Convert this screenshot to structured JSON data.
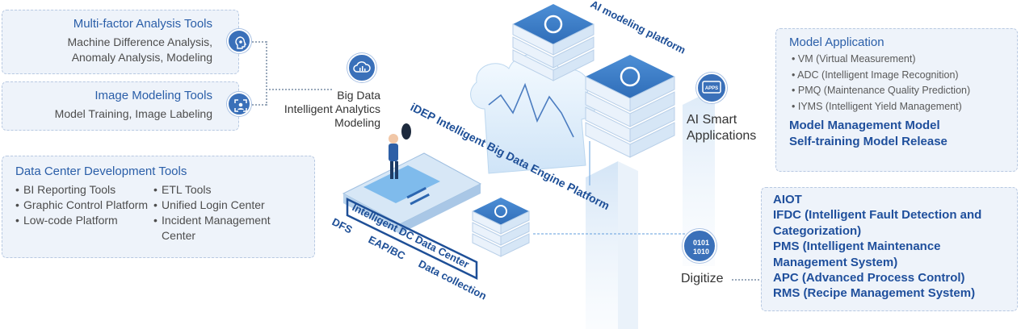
{
  "multifactor": {
    "title": "Multi-factor Analysis Tools",
    "line1": "Machine Difference Analysis,",
    "line2": "Anomaly Analysis, Modeling",
    "icon": "head-profile-icon"
  },
  "image_modeling": {
    "title": "Image Modeling Tools",
    "line1": "Model Training, Image Labeling",
    "icon": "face-scan-icon"
  },
  "data_center": {
    "title": "Data Center Development Tools",
    "col1": [
      "BI Reporting Tools",
      "Graphic Control Platform",
      "Low-code Platform"
    ],
    "col2": [
      "ETL Tools",
      "Unified Login Center",
      "Incident Management Center"
    ]
  },
  "big_data": {
    "line1": "Big Data",
    "line2": "Intelligent Analytics",
    "line3": "Modeling",
    "icon": "cloud-chart-icon"
  },
  "diagram": {
    "ai_modeling": "AI modeling platform",
    "idep": "iDEP Intelligent Big Data Engine Platform",
    "dc_center": "Intelligent DC Data Center",
    "dfs": "DFS",
    "eap": "EAP/BC",
    "data_collection": "Data collection"
  },
  "ai_smart": {
    "line1": "AI Smart",
    "line2": "Applications",
    "icon_text": "APPS"
  },
  "digitize": {
    "label": "Digitize",
    "icon_top": "0101",
    "icon_bottom": "1010"
  },
  "model_application": {
    "title": "Model Application",
    "items": [
      "VM (Virtual Measurement)",
      "ADC (Intelligent Image Recognition)",
      "PMQ (Maintenance Quality Prediction)",
      "IYMS (Intelligent Yield Management)"
    ],
    "strong1": "Model Management Model",
    "strong2": "Self-training Model Release"
  },
  "aiot": {
    "lines": [
      "AIOT",
      "IFDC (Intelligent Fault Detection and",
      "Categorization)",
      "PMS (Intelligent Maintenance",
      "Management System)",
      "APC (Advanced Process Control)",
      "RMS (Recipe Management System)"
    ]
  },
  "colors": {
    "panel_bg": "#eef3fa",
    "title_blue": "#2a5ea8",
    "strong_blue": "#1f4f9c",
    "icon_blue": "#3a70b9"
  }
}
